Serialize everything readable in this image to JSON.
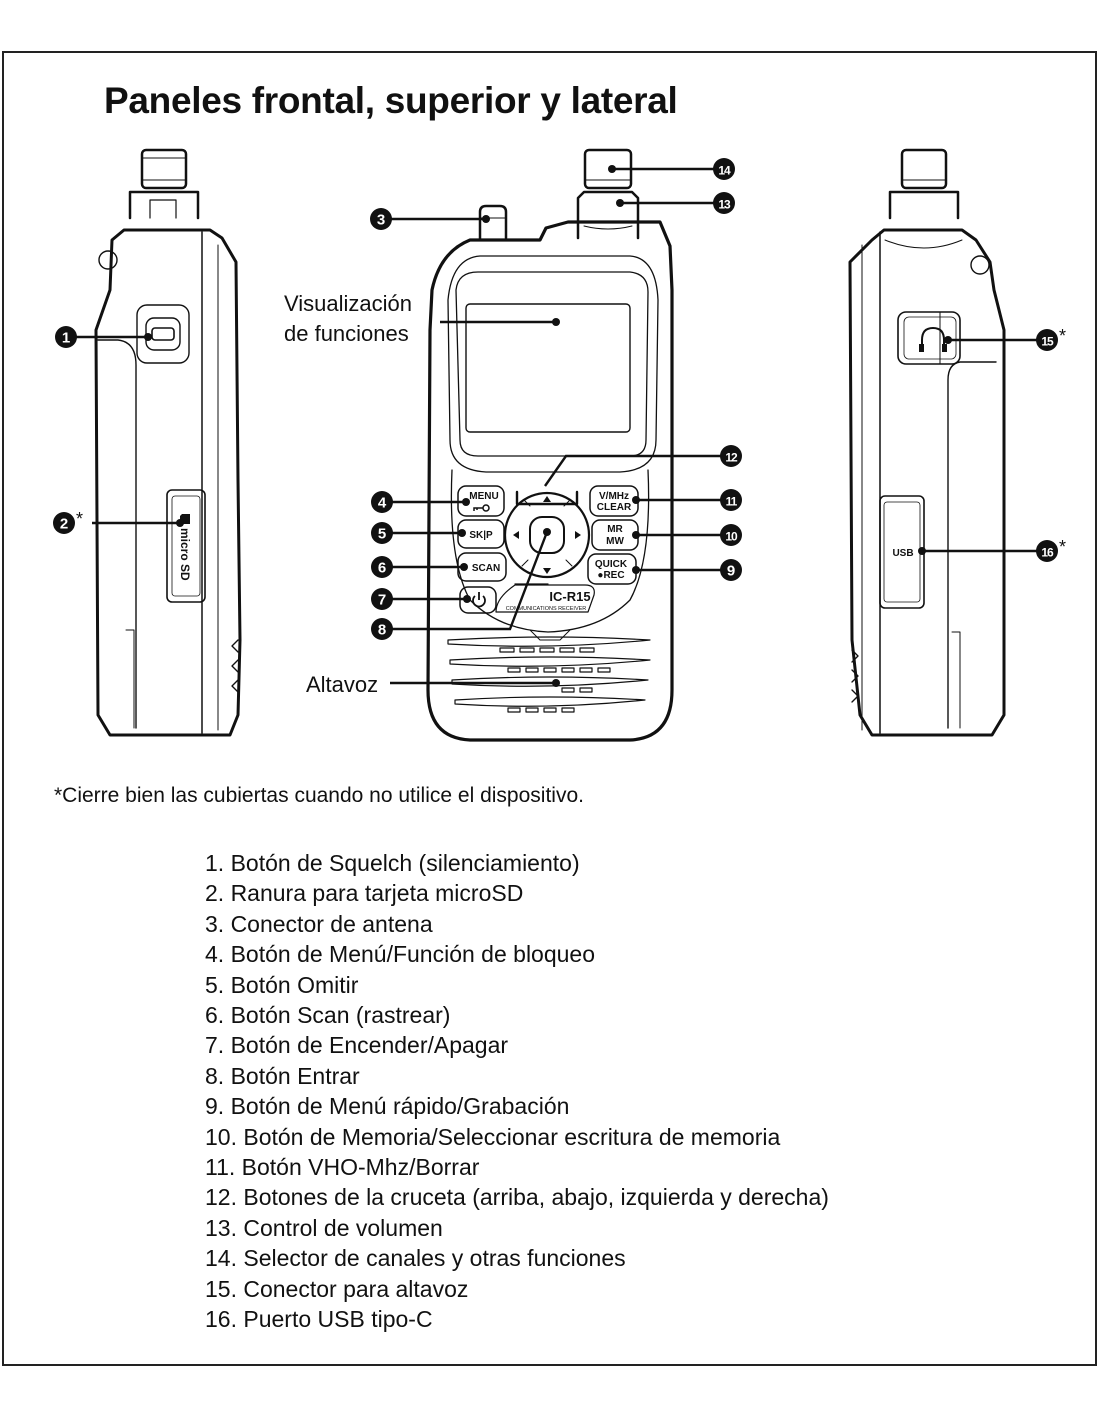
{
  "title": "Paneles frontal, superior y lateral",
  "diagram": {
    "labels": {
      "display_line1": "Visualización",
      "display_line2": "de funciones",
      "speaker": "Altavoz"
    },
    "device_text": {
      "menu": "MENU",
      "skip": "SK|P",
      "scan": "SCAN",
      "vmhz": "V/MHz",
      "clear": "CLEAR",
      "mr": "MR",
      "mw": "MW",
      "quick": "QUICK",
      "rec": "●REC",
      "model": "IC-R15",
      "model_sub": "COMMUNICATIONS RECEIVER",
      "microsd": "micro SD",
      "usb": "USB"
    },
    "callouts": [
      {
        "n": "1",
        "asterisk": false
      },
      {
        "n": "2",
        "asterisk": true
      },
      {
        "n": "3",
        "asterisk": false
      },
      {
        "n": "4",
        "asterisk": false
      },
      {
        "n": "5",
        "asterisk": false
      },
      {
        "n": "6",
        "asterisk": false
      },
      {
        "n": "7",
        "asterisk": false
      },
      {
        "n": "8",
        "asterisk": false
      },
      {
        "n": "9",
        "asterisk": false
      },
      {
        "n": "10",
        "asterisk": false
      },
      {
        "n": "11",
        "asterisk": false
      },
      {
        "n": "12",
        "asterisk": false
      },
      {
        "n": "13",
        "asterisk": false
      },
      {
        "n": "14",
        "asterisk": false
      },
      {
        "n": "15",
        "asterisk": true
      },
      {
        "n": "16",
        "asterisk": true
      }
    ],
    "asterisk": "*"
  },
  "note": "*Cierre bien las cubiertas cuando no utilice el dispositivo.",
  "parts": [
    "1. Botón de Squelch (silenciamiento)",
    "2. Ranura para tarjeta microSD",
    "3. Conector de antena",
    "4. Botón de Menú/Función de bloqueo",
    "5. Botón Omitir",
    "6. Botón Scan (rastrear)",
    "7. Botón de Encender/Apagar",
    "8. Botón Entrar",
    "9. Botón de Menú rápido/Grabación",
    "10. Botón de Memoria/Seleccionar escritura de memoria",
    "11. Botón VHO-Mhz/Borrar",
    "12. Botones de la cruceta (arriba, abajo, izquierda y derecha)",
    "13. Control de volumen",
    "14. Selector de canales y otras funciones",
    "15. Conector para altavoz",
    "16. Puerto USB tipo-C"
  ]
}
